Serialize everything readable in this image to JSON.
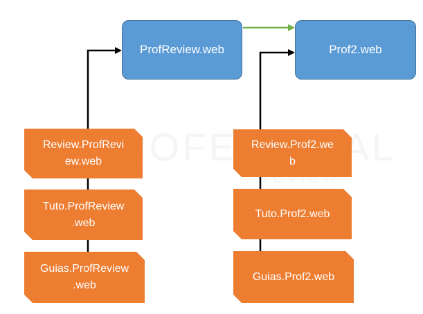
{
  "watermark": {
    "main": "PROFESIONAL",
    "sub": "review"
  },
  "colors": {
    "blue_fill": "#5b9bd5",
    "blue_border": "#41719c",
    "orange_fill": "#ed7d31",
    "green_arrow": "#70ad47",
    "black_arrow": "#000000"
  },
  "top_nodes": [
    {
      "label": "ProfReview.web"
    },
    {
      "label": "Prof2.web"
    }
  ],
  "left_column": [
    {
      "lines": [
        "Review.ProfRevi",
        "ew.web"
      ]
    },
    {
      "lines": [
        "Tuto.ProfReview",
        ".web"
      ]
    },
    {
      "lines": [
        "Guias.ProfReview",
        ".web"
      ]
    }
  ],
  "right_column": [
    {
      "lines": [
        "Review.Prof2.we",
        "b"
      ]
    },
    {
      "lines": [
        "Tuto.Prof2.web"
      ]
    },
    {
      "lines": [
        "Guias.Prof2.web"
      ]
    }
  ]
}
